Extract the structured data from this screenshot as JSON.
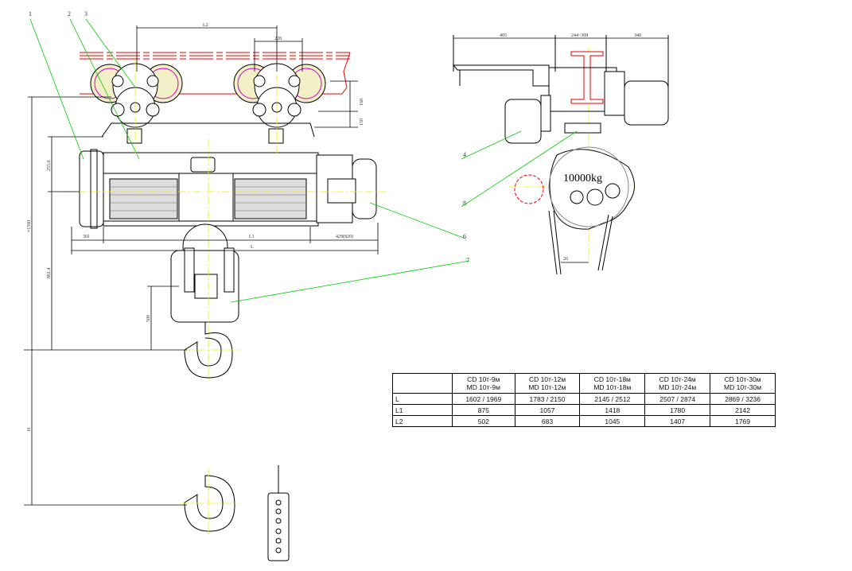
{
  "drawing": {
    "callouts": [
      "1",
      "2",
      "3",
      "4",
      "6",
      "7",
      "8"
    ],
    "front_dims": {
      "L2": "L2",
      "d228": "228",
      "d160": "160",
      "d150": "150",
      "d1560": "≈1560",
      "d255": "255.6",
      "d861": "861.4",
      "d301": "301",
      "L1": "L1",
      "d429": "429(820)",
      "L": "L",
      "d500": "500",
      "H": "H"
    },
    "side_dims": {
      "d405": "405",
      "d244": "244~308",
      "d340": "340",
      "d20": "20"
    },
    "capacity_label": "10000kg",
    "colors": {
      "line": "#000000",
      "center": "#ffff00",
      "rail": "#ff0000",
      "leader": "#00cc00",
      "wheel": "#cc00cc"
    }
  },
  "spec_table": {
    "columns": [
      "",
      "CD 10т-9м\nMD 10т-9м",
      "CD 10т-12м\nMD 10т-12м",
      "CD 10т-18м\nMD 10т-18м",
      "CD 10т-24м\nMD 10т-24м",
      "CD 10т-30м\nMD 10т-30м"
    ],
    "col_cd": [
      "CD 10т-9м",
      "CD 10т-12м",
      "CD 10т-18м",
      "CD 10т-24м",
      "CD 10т-30м"
    ],
    "col_md": [
      "MD 10т-9м",
      "MD 10т-12м",
      "MD 10т-18м",
      "MD 10т-24м",
      "MD 10т-30м"
    ],
    "rows": [
      {
        "label": "L",
        "values": [
          "1602 / 1969",
          "1783 / 2150",
          "2145 / 2512",
          "2507 / 2874",
          "2869 / 3236"
        ]
      },
      {
        "label": "L1",
        "values": [
          "875",
          "1057",
          "1418",
          "1780",
          "2142"
        ]
      },
      {
        "label": "L2",
        "values": [
          "502",
          "683",
          "1045",
          "1407",
          "1769"
        ]
      }
    ]
  }
}
